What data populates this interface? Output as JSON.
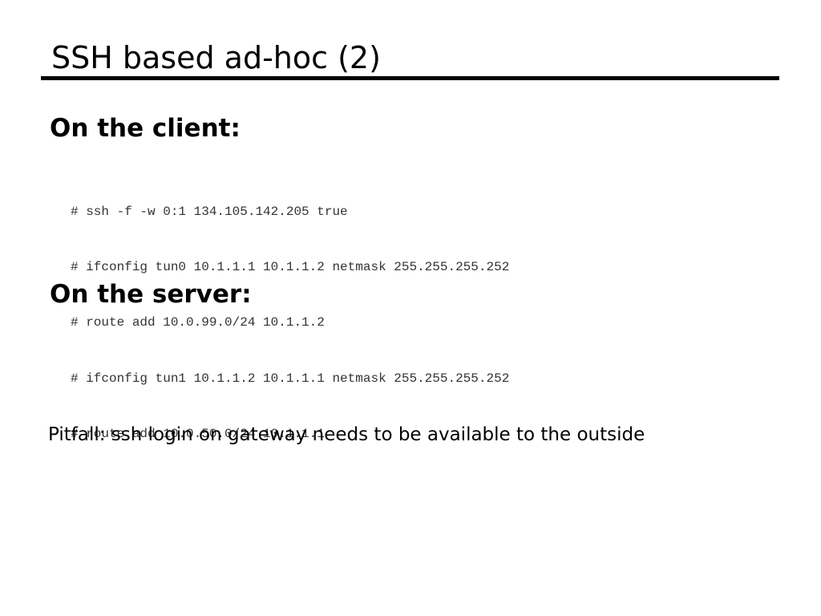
{
  "slide": {
    "title": "SSH based ad-hoc (2)",
    "client": {
      "heading": "On the client:",
      "commands": [
        "# ssh -f -w 0:1 134.105.142.205 true",
        "# ifconfig tun0 10.1.1.1 10.1.1.2 netmask 255.255.255.252",
        "# route add 10.0.99.0/24 10.1.1.2"
      ]
    },
    "server": {
      "heading": "On the server:",
      "commands": [
        "# ifconfig tun1 10.1.1.2 10.1.1.1 netmask 255.255.255.252",
        "# route add 10.0.50.0/24 10.1.1.1"
      ]
    },
    "pitfall": "Pitfall: ssh login on gateway needs to be available to the outside"
  },
  "colors": {
    "background": "#ffffff",
    "text": "#000000",
    "code_text": "#333333",
    "rule": "#000000"
  }
}
